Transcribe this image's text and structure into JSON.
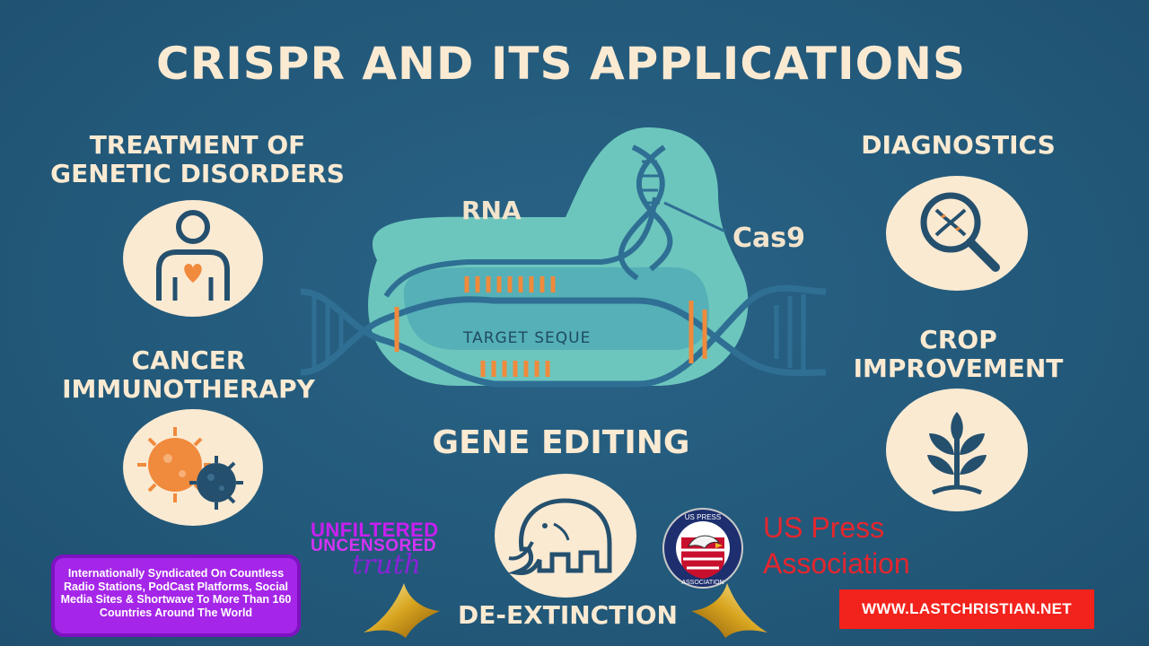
{
  "title": "CRISPR AND ITS APPLICATIONS",
  "sections": {
    "treatment": {
      "label_line1": "TREATMENT OF",
      "label_line2": "GENETIC DISORDERS",
      "icon": "person-heart-icon"
    },
    "cancer": {
      "label_line1": "CANCER",
      "label_line2": "IMMUNOTHERAPY",
      "icon": "virus-cells-icon"
    },
    "diagnostics": {
      "label": "DIAGNOSTICS",
      "icon": "magnifier-dna-icon"
    },
    "crop": {
      "label_line1": "CROP",
      "label_line2": "IMPROVEMENT",
      "icon": "plant-sprout-icon"
    },
    "gene_editing": {
      "label": "GENE EDITING"
    },
    "de_extinction": {
      "label": "DE-EXTINCTION",
      "icon": "mammoth-icon"
    }
  },
  "diagram": {
    "rna_label": "RNA",
    "cas9_label": "Cas9",
    "target_label": "TARGET SEQUE"
  },
  "footer": {
    "syndication_text": "Internationally Syndicated On Countless Radio Stations, PodCast Platforms, Social Media Sites & Shortwave To More Than 160 Countries Around The World",
    "unfiltered": "UNFILTERED",
    "uncensored": "UNCENSORED",
    "truth": "truth",
    "press_line1": "US Press",
    "press_line2": "Association",
    "press_seal_top": "US PRESS",
    "press_seal_bottom": "ASSOCIATION",
    "website": "WWW.LASTCHRISTIAN.NET"
  },
  "colors": {
    "background": "#23587a",
    "cream": "#fbead2",
    "teal": "#6cc6bd",
    "orange": "#f08a3c",
    "navy": "#24506e",
    "purple": "#a526e8",
    "red": "#f2231c"
  }
}
